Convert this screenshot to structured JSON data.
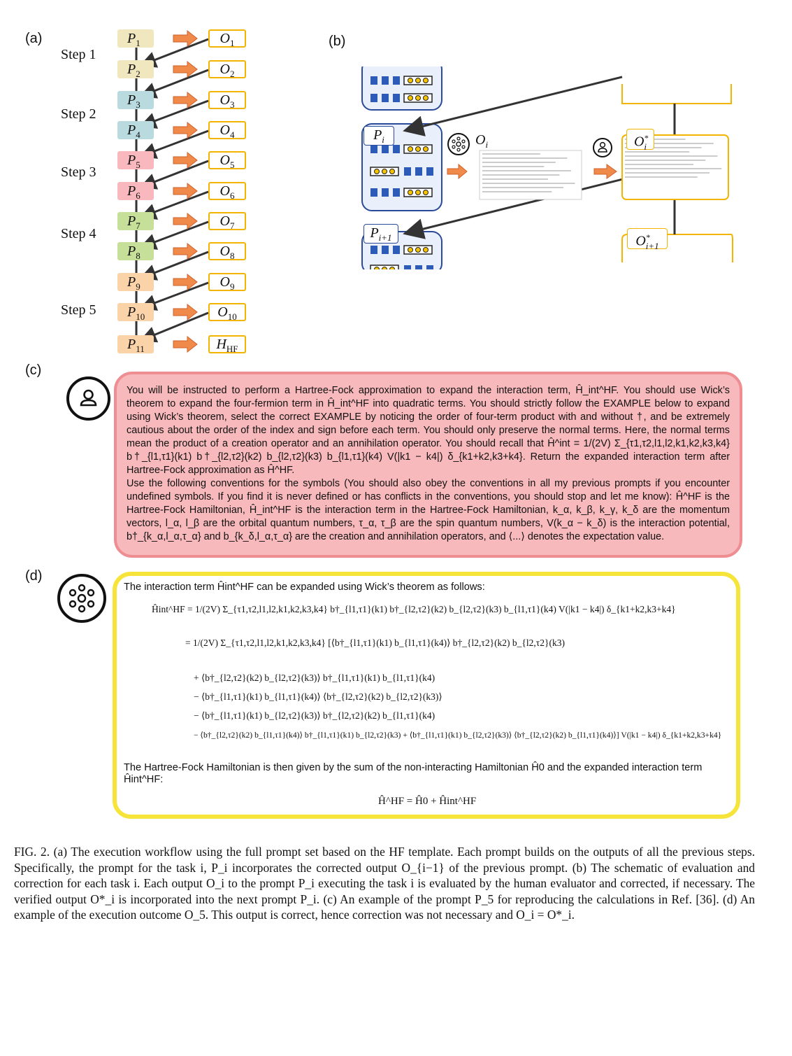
{
  "panel_labels": {
    "a": "(a)",
    "b": "(b)",
    "c": "(c)",
    "d": "(d)"
  },
  "workflow": {
    "steps": [
      "Step 1",
      "Step 2",
      "Step 3",
      "Step 4",
      "Step 5"
    ],
    "prompts": [
      {
        "base": "P",
        "sub": "1"
      },
      {
        "base": "P",
        "sub": "2"
      },
      {
        "base": "P",
        "sub": "3"
      },
      {
        "base": "P",
        "sub": "4"
      },
      {
        "base": "P",
        "sub": "5"
      },
      {
        "base": "P",
        "sub": "6"
      },
      {
        "base": "P",
        "sub": "7"
      },
      {
        "base": "P",
        "sub": "8"
      },
      {
        "base": "P",
        "sub": "9"
      },
      {
        "base": "P",
        "sub": "10"
      },
      {
        "base": "P",
        "sub": "11"
      }
    ],
    "outputs": [
      {
        "base": "O",
        "sub": "1"
      },
      {
        "base": "O",
        "sub": "2"
      },
      {
        "base": "O",
        "sub": "3"
      },
      {
        "base": "O",
        "sub": "4"
      },
      {
        "base": "O",
        "sub": "5"
      },
      {
        "base": "O",
        "sub": "6"
      },
      {
        "base": "O",
        "sub": "7"
      },
      {
        "base": "O",
        "sub": "8"
      },
      {
        "base": "O",
        "sub": "9"
      },
      {
        "base": "O",
        "sub": "10"
      },
      {
        "base": "H",
        "sub": "HF"
      }
    ],
    "colors": {
      "step1": "#f1e7bf",
      "step2": "#b9dbdf",
      "step3": "#f8b8bd",
      "step4": "#c6e09a",
      "step5": "#fbd3a9",
      "output_border": "#f2b400",
      "arrow": "#f08a4b"
    }
  },
  "schematic": {
    "prompt_label": "P_i",
    "prompt_next_label": "P_{i+1}",
    "output_label": "O_i",
    "corrected_label": "O*_i",
    "corrected_next_label": "O*_{i+1}"
  },
  "prompt_example": {
    "paragraph1": "You will be instructed to perform a Hartree-Fock approximation to expand the interaction term, Ĥ_int^HF. You should use Wick’s theorem to expand the four-fermion term in Ĥ_int^HF into quadratic terms. You should strictly follow the EXAMPLE below to expand using Wick’s theorem, select the correct EXAMPLE by noticing the order of four-term product with and without †, and be extremely cautious about the order of the index and sign before each term. You should only preserve the normal terms. Here, the normal terms mean the product of a creation operator and an annihilation operator. You should recall that Ĥ^int = 1/(2V) Σ_{τ1,τ2,l1,l2,k1,k2,k3,k4} b†_{l1,τ1}(k1) b†_{l2,τ2}(k2) b_{l2,τ2}(k3) b_{l1,τ1}(k4) V(|k1 − k4|) δ_{k1+k2,k3+k4}. Return the expanded interaction term after Hartree-Fock approximation as Ĥ^HF.",
    "paragraph2": "Use the following conventions for the symbols (You should also obey the conventions in all my previous prompts if you encounter undefined symbols. If you find it is never defined or has conflicts in the conventions, you should stop and let me know): Ĥ^HF is the Hartree-Fock Hamiltonian, Ĥ_int^HF is the interaction term in the Hartree-Fock Hamiltonian, k_α, k_β, k_γ, k_δ are the momentum vectors, l_α, l_β are the orbital quantum numbers, τ_α, τ_β are the spin quantum numbers, V(k_α − k_δ) is the interaction potential, b†_{k_α,l_α,τ_α} and b_{k_δ,l_α,τ_α} are the creation and annihilation operators, and ⟨...⟩ denotes the expectation value."
  },
  "output_example": {
    "intro": "The interaction term Ĥint^HF can be expanded using Wick’s theorem as follows:",
    "eq_lines": [
      "Ĥint^HF = 1/(2V) Σ_{τ1,τ2,l1,l2,k1,k2,k3,k4} b†_{l1,τ1}(k1) b†_{l2,τ2}(k2) b_{l2,τ2}(k3) b_{l1,τ1}(k4) V(|k1 − k4|) δ_{k1+k2,k3+k4}",
      "= 1/(2V) Σ_{τ1,τ2,l1,l2,k1,k2,k3,k4} [⟨b†_{l1,τ1}(k1) b_{l1,τ1}(k4)⟩ b†_{l2,τ2}(k2) b_{l2,τ2}(k3)",
      "+ ⟨b†_{l2,τ2}(k2) b_{l2,τ2}(k3)⟩ b†_{l1,τ1}(k1) b_{l1,τ1}(k4)",
      "− ⟨b†_{l1,τ1}(k1) b_{l1,τ1}(k4)⟩ ⟨b†_{l2,τ2}(k2) b_{l2,τ2}(k3)⟩",
      "− ⟨b†_{l1,τ1}(k1) b_{l2,τ2}(k3)⟩ b†_{l2,τ2}(k2) b_{l1,τ1}(k4)",
      "− ⟨b†_{l2,τ2}(k2) b_{l1,τ1}(k4)⟩ b†_{l1,τ1}(k1) b_{l2,τ2}(k3) + ⟨b†_{l1,τ1}(k1) b_{l2,τ2}(k3)⟩ ⟨b†_{l2,τ2}(k2) b_{l1,τ1}(k4)⟩] V(|k1 − k4|) δ_{k1+k2,k3+k4}"
    ],
    "outro": "The Hartree-Fock Hamiltonian is then given by the sum of the non-interacting Hamiltonian Ĥ0 and the expanded interaction term Ĥint^HF:",
    "final_eq": "Ĥ^HF = Ĥ0 + Ĥint^HF"
  },
  "caption": "FIG. 2. (a) The execution workflow using the full prompt set based on the HF template. Each prompt builds on the outputs of all the previous steps. Specifically, the prompt for the task i, P_i incorporates the corrected output O_{i−1} of the previous prompt. (b) The schematic of evaluation and correction for each task i. Each output O_i to the prompt P_i executing the task i is evaluated by the human evaluator and corrected, if necessary. The verified output O*_i is incorporated into the next prompt P_i. (c) An example of the prompt P_5 for reproducing the calculations in Ref. [36]. (d) An example of the execution outcome O_5. This output is correct, hence correction was not necessary and O_i = O*_i."
}
